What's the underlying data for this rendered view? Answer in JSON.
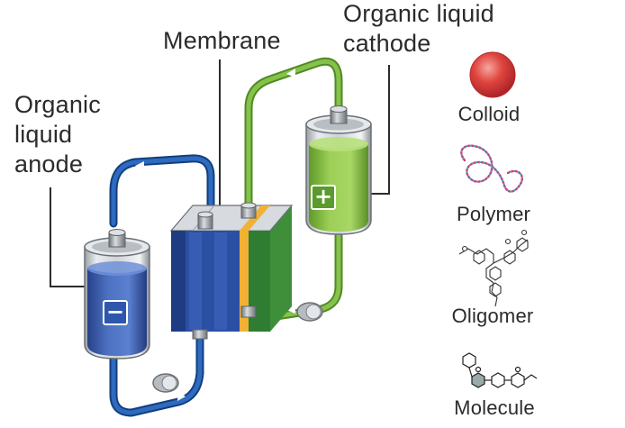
{
  "labels": {
    "anode": "Organic\nliquid\nanode",
    "membrane": "Membrane",
    "cathode": "Organic liquid\ncathode",
    "colloid": "Colloid",
    "polymer": "Polymer",
    "oligomer": "Oligomer",
    "molecule": "Molecule"
  },
  "tank_signs": {
    "anode": "−",
    "cathode": "+"
  },
  "colors": {
    "blue_tube": "#1d5aa6",
    "green_tube": "#7db643",
    "blue_liquid": "#3e64b6",
    "green_liquid": "#8ec44a",
    "membrane_yellow": "#f2b134",
    "cell_blue": "#2b4fa2",
    "cell_green": "#2e7d32",
    "colloid_red": "#d62d33",
    "polymer_pink": "#d33b75",
    "polymer_cyan": "#3aa6c9"
  },
  "icons": [
    "colloid-icon",
    "polymer-icon",
    "oligomer-icon",
    "molecule-icon"
  ]
}
